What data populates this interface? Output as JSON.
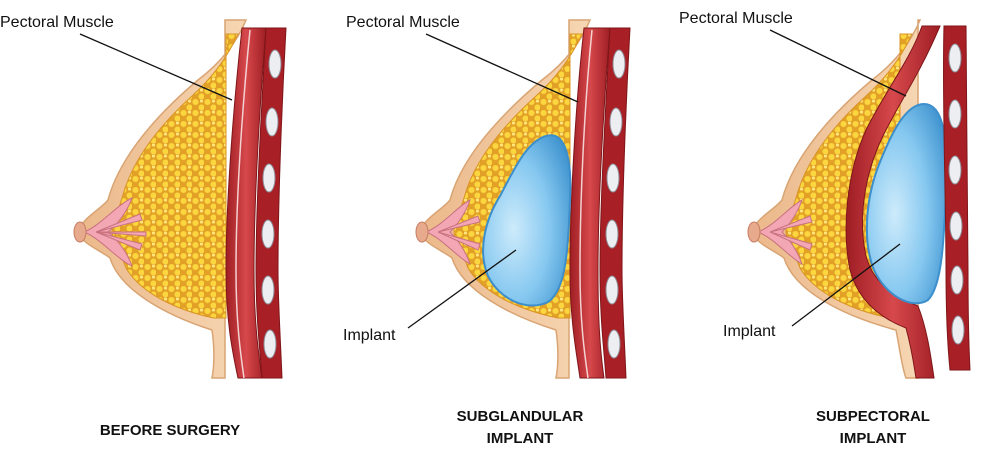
{
  "colors": {
    "skin": "#F1CBA3",
    "skin_edge": "#D8A06E",
    "fat_base": "#E7A72A",
    "fat_globule": "#FBD63F",
    "muscle": "#B5262B",
    "muscle_light": "#D6484B",
    "rib": "#E6E8EC",
    "implant": "#7FC3EE",
    "implant_edge": "#3C8FCC",
    "gland": "#F3A6B4"
  },
  "panels": [
    {
      "id": "before",
      "pectoral_label": "Pectoral Muscle",
      "caption_line1": "BEFORE SURGERY",
      "caption_line2": ""
    },
    {
      "id": "subglandular",
      "pectoral_label": "Pectoral Muscle",
      "implant_label": "Implant",
      "caption_line1": "SUBGLANDULAR",
      "caption_line2": "IMPLANT"
    },
    {
      "id": "subpectoral",
      "pectoral_label": "Pectoral Muscle",
      "implant_label": "Implant",
      "caption_line1": "SUBPECTORAL",
      "caption_line2": "IMPLANT"
    }
  ]
}
